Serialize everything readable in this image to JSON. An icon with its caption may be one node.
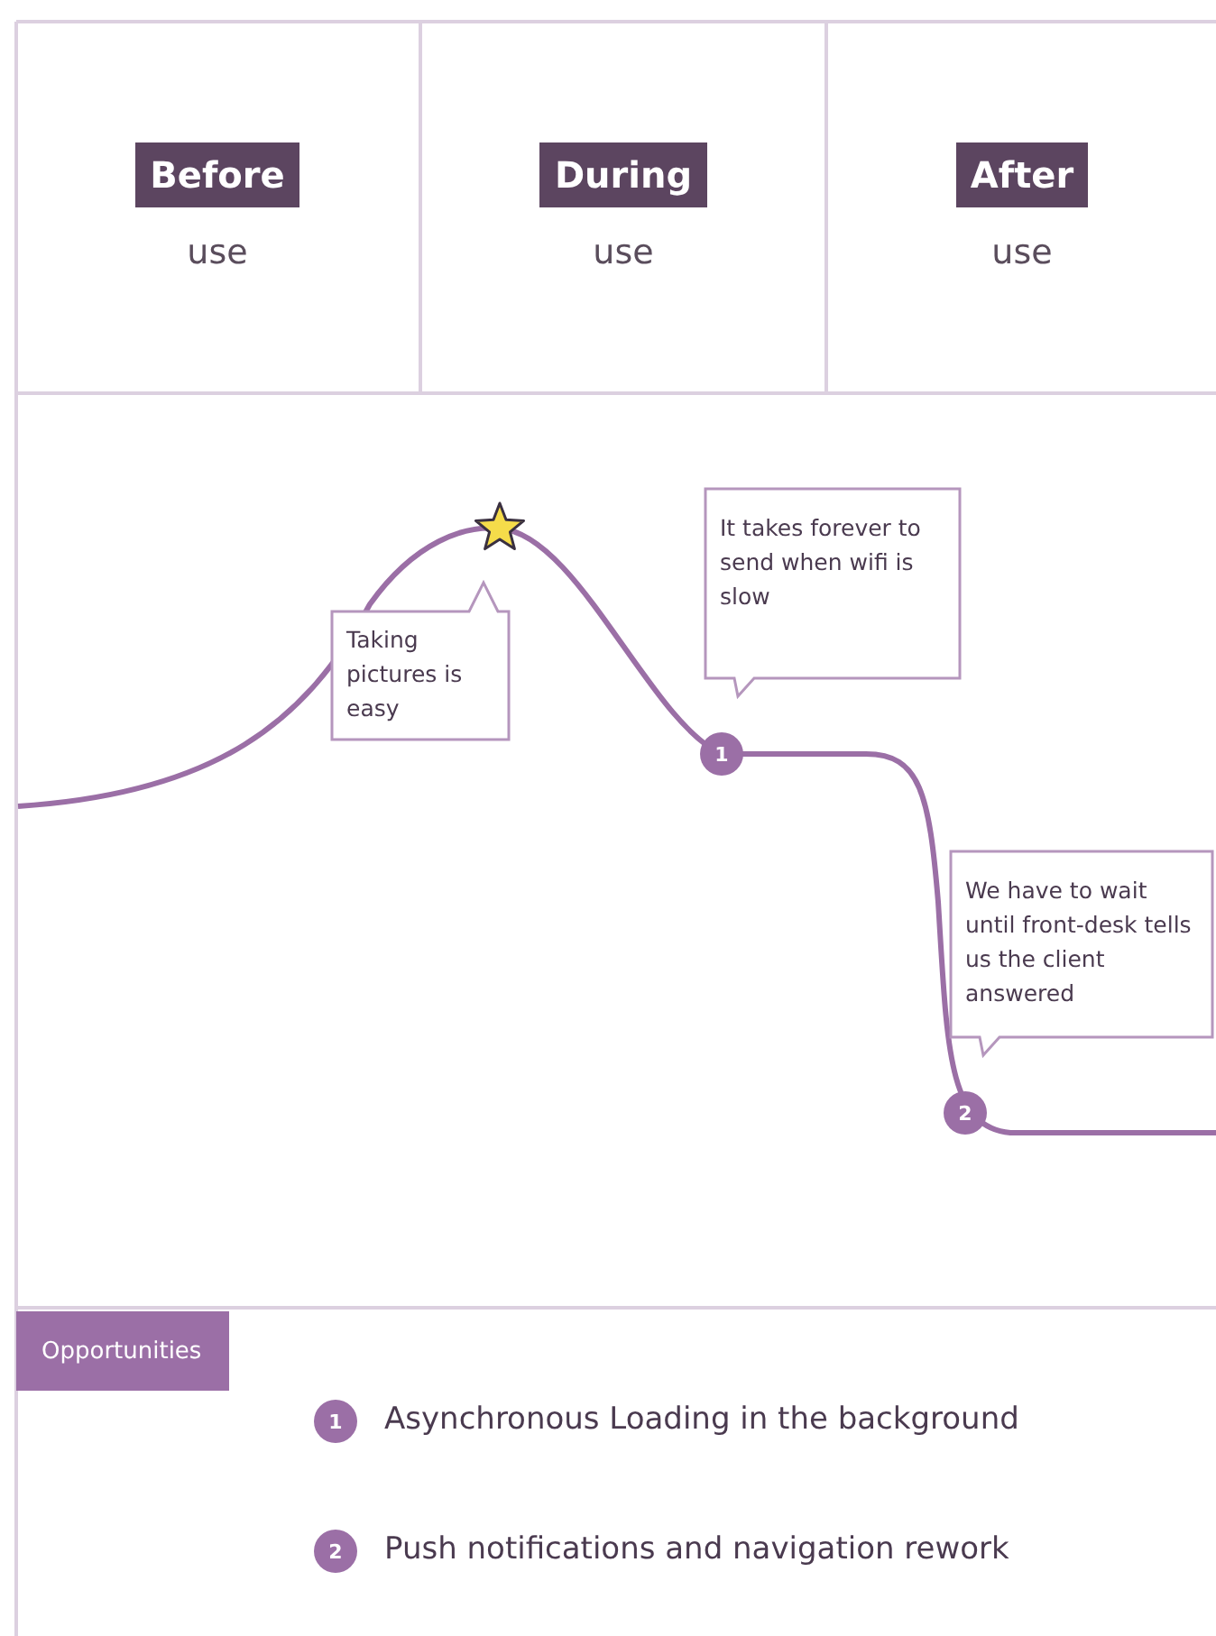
{
  "diagram": {
    "nodes": [
      {
        "text": [
          "Before",
          "use"
        ]
      },
      {
        "text": [
          "During",
          "use"
        ]
      },
      {
        "text": [
          "After",
          "use"
        ]
      },
      {
        "text": [
          "Taking pictures is easy"
        ]
      },
      {
        "text": [
          "It takes forever to send when wifi is slow"
        ]
      },
      {
        "text": [
          "1"
        ]
      },
      {
        "text": [
          "We have to wait until front-desk tells us the client answered"
        ]
      },
      {
        "text": [
          "2"
        ]
      },
      {
        "text": [
          "Opportunities"
        ]
      },
      {
        "text": [
          "1"
        ],
        "beside": [
          "Asynchronous Loading in the background"
        ]
      },
      {
        "text": [
          "2"
        ],
        "beside": [
          "Push notifications and navigation rework"
        ]
      }
    ]
  }
}
